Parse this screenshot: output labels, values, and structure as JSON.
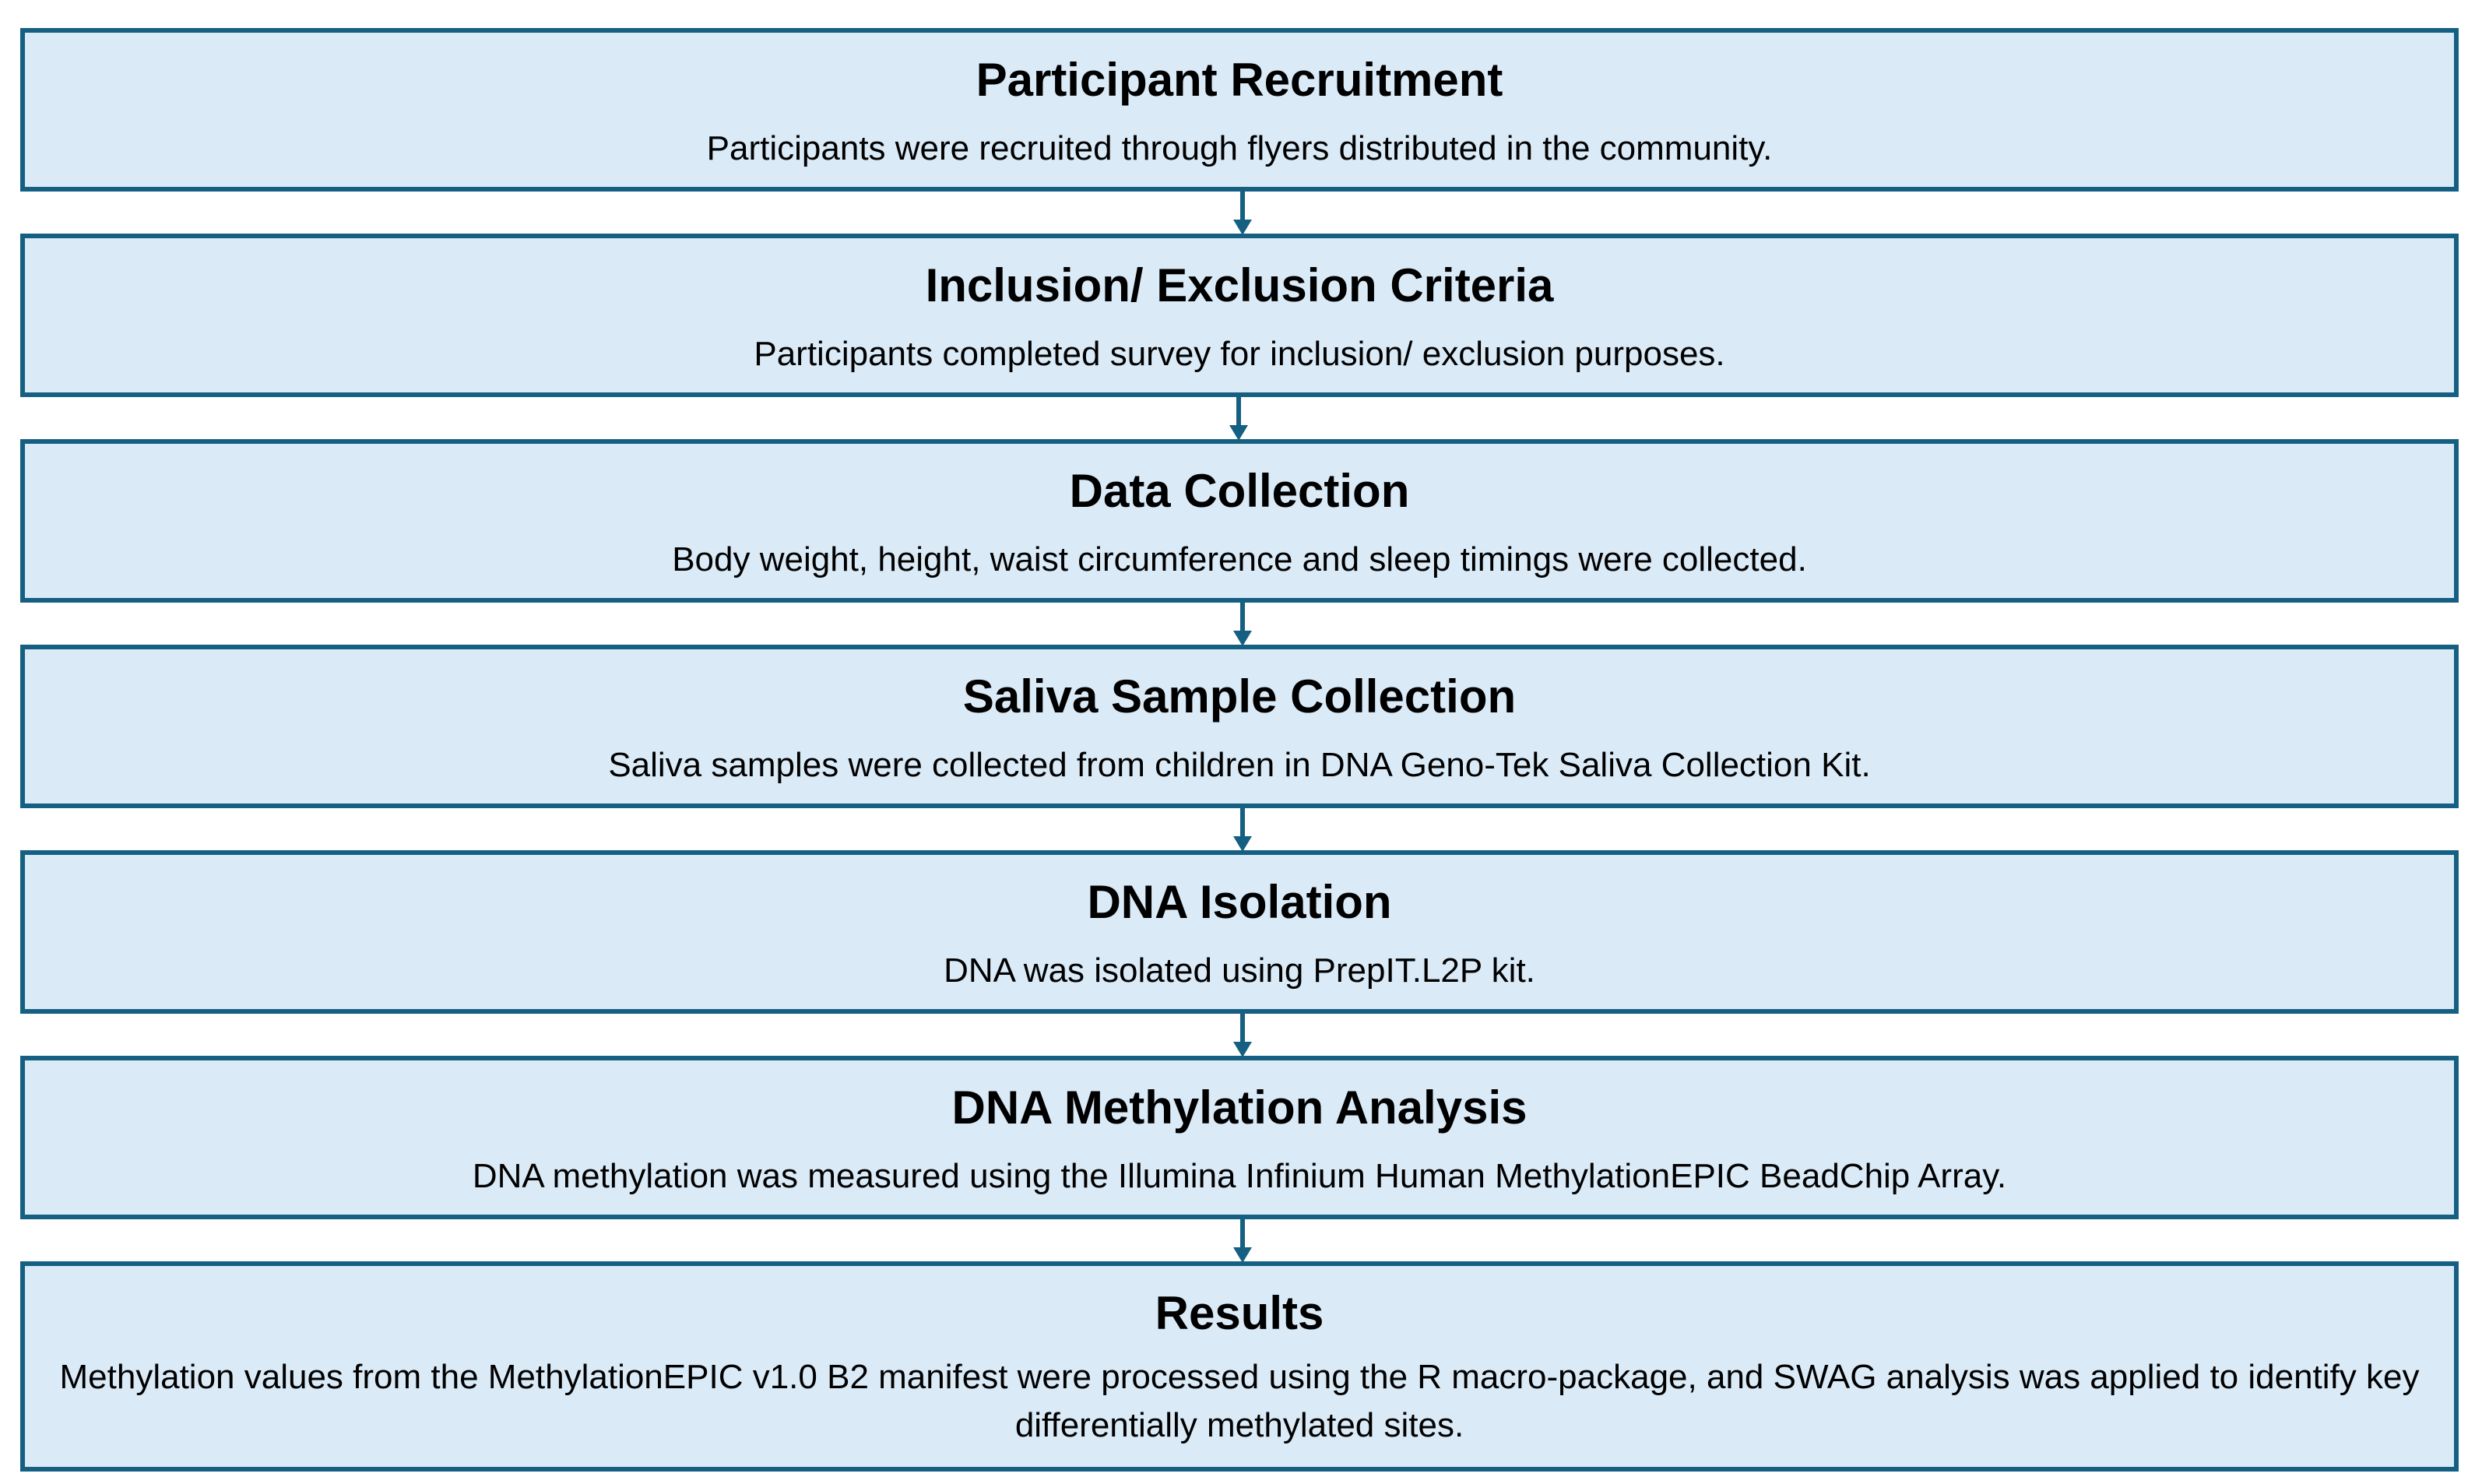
{
  "steps": [
    {
      "title": "Participant Recruitment",
      "description": "Participants were recruited through flyers distributed in the community."
    },
    {
      "title": "Inclusion/ Exclusion Criteria",
      "description": "Participants completed survey for inclusion/ exclusion purposes."
    },
    {
      "title": "Data Collection",
      "description": "Body weight, height, waist circumference and sleep timings were collected."
    },
    {
      "title": "Saliva Sample Collection",
      "description": "Saliva samples were collected from children in DNA Geno-Tek Saliva Collection Kit."
    },
    {
      "title": "DNA Isolation",
      "description": "DNA was isolated using PrepIT.L2P kit."
    },
    {
      "title": "DNA Methylation Analysis",
      "description": "DNA methylation was measured using the Illumina Infinium Human MethylationEPIC BeadChip Array."
    },
    {
      "title": "Results",
      "description": "Methylation values from the MethylationEPIC v1.0 B2 manifest were processed using the R macro-package, and SWAG analysis was applied to identify key differentially methylated sites."
    }
  ],
  "colors": {
    "box_fill": "#daeaf7",
    "box_border": "#156082",
    "arrow": "#156082",
    "text": "#000000"
  }
}
